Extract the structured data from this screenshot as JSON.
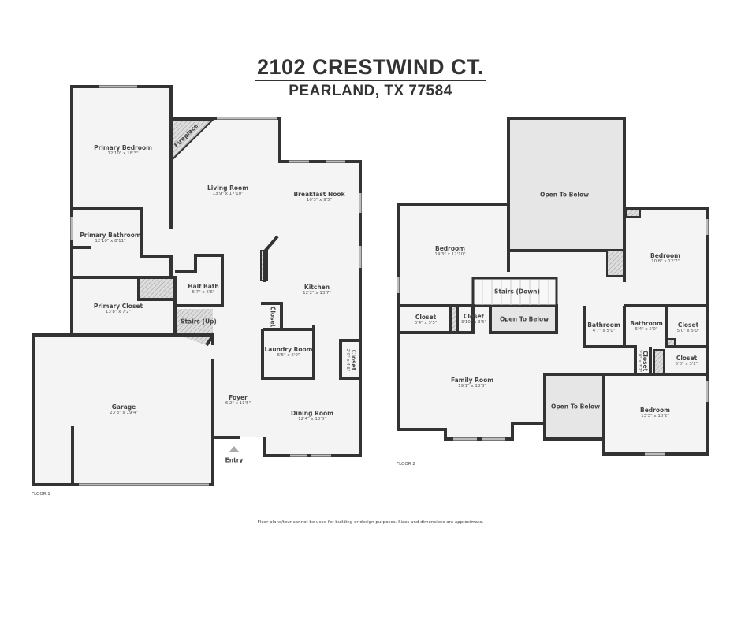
{
  "header": {
    "address": "2102 CRESTWIND CT.",
    "city": "PEARLAND, TX 77584"
  },
  "floor1": {
    "label": "FLOOR 1",
    "rooms": [
      {
        "name": "Primary Bedroom",
        "dims": "12'10\" x 18'3\""
      },
      {
        "name": "Fireplace",
        "dims": ""
      },
      {
        "name": "Living Room",
        "dims": "13'9\" x 17'10\""
      },
      {
        "name": "Breakfast Nook",
        "dims": "10'3\" x 9'5\""
      },
      {
        "name": "Primary Bathroom",
        "dims": "12'10\" x 8'11\""
      },
      {
        "name": "Half Bath",
        "dims": "5'7\" x 6'6\""
      },
      {
        "name": "Kitchen",
        "dims": "12'2\" x 13'7\""
      },
      {
        "name": "Primary Closet",
        "dims": "13'8\" x 7'2\""
      },
      {
        "name": "Stairs (Up)",
        "dims": ""
      },
      {
        "name": "Closet",
        "dims": ""
      },
      {
        "name": "Laundry Room",
        "dims": "6'5\" x 6'0\""
      },
      {
        "name": "Closet",
        "dims": "2'0\" x 4'6\""
      },
      {
        "name": "Foyer",
        "dims": "6'2\" x 11'5\""
      },
      {
        "name": "Garage",
        "dims": "23'3\" x 19'4\""
      },
      {
        "name": "Dining Room",
        "dims": "12'4\" x 10'0\""
      },
      {
        "name": "Entry",
        "dims": ""
      }
    ]
  },
  "floor2": {
    "label": "FLOOR 2",
    "rooms": [
      {
        "name": "Open To Below",
        "dims": ""
      },
      {
        "name": "Bedroom",
        "dims": "14'3\" x 12'10\""
      },
      {
        "name": "Bedroom",
        "dims": "10'8\" x 12'7\""
      },
      {
        "name": "Stairs (Down)",
        "dims": ""
      },
      {
        "name": "Closet",
        "dims": "6'4\" x 3'5\""
      },
      {
        "name": "Closet",
        "dims": "3'10\" x 3'5\""
      },
      {
        "name": "Open To Below",
        "dims": ""
      },
      {
        "name": "Bathroom",
        "dims": "4'7\" x 5'0\""
      },
      {
        "name": "Bathroom",
        "dims": "5'4\" x 5'0\""
      },
      {
        "name": "Closet",
        "dims": "5'0\" x 5'0\""
      },
      {
        "name": "Closet",
        "dims": "2'0\" x 3'2\""
      },
      {
        "name": "Closet",
        "dims": "5'0\" x 3'2\""
      },
      {
        "name": "Family Room",
        "dims": "19'1\" x 13'8\""
      },
      {
        "name": "Open To Below",
        "dims": ""
      },
      {
        "name": "Bedroom",
        "dims": "13'3\" x 10'2\""
      }
    ]
  },
  "disclaimer": "Floor plans/tour cannot be used for building or design purposes. Sizes and dimensions are approximate.",
  "colors": {
    "wall": "#333333",
    "floor": "#f4f4f4",
    "open_below": "#e6e6e6"
  }
}
